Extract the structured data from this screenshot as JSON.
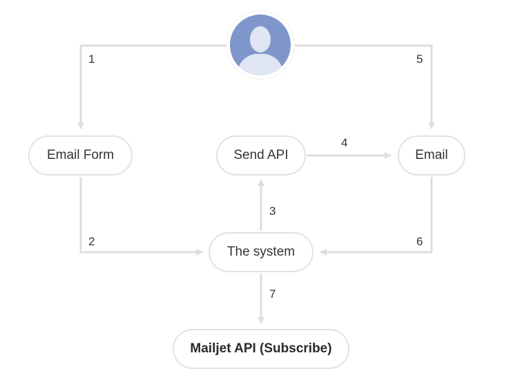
{
  "nodes": {
    "email_form": "Email Form",
    "send_api": "Send API",
    "email": "Email",
    "the_system": "The system",
    "mailjet": "Mailjet API (Subscribe)"
  },
  "steps": [
    "1",
    "2",
    "3",
    "4",
    "5",
    "6",
    "7"
  ],
  "colors": {
    "connector": "#dedede",
    "node_border": "#e2e2e2",
    "avatar_bg": "#7f96cc",
    "avatar_figure": "#dfe5f3"
  },
  "icons": {
    "user": "user-avatar-icon"
  }
}
